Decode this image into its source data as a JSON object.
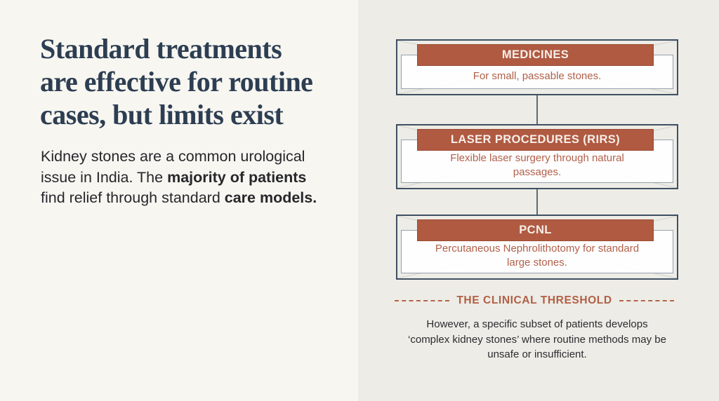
{
  "left": {
    "title_lines": [
      "Standard treatments",
      "are effective for routine",
      "cases, but limits exist"
    ],
    "intro": {
      "seg1": "Kidney stones are a common urological issue in India. The ",
      "bold1": "majority of patients",
      "seg2": " find relief through standard ",
      "bold2": "care models."
    }
  },
  "flowchart": {
    "nodes": [
      {
        "title": "MEDICINES",
        "desc": "For small, passable stones."
      },
      {
        "title": "LASER PROCEDURES (RIRS)",
        "desc": "Flexible laser surgery through natural passages."
      },
      {
        "title": "PCNL",
        "desc": "Percutaneous Nephrolithotomy for standard large stones."
      }
    ],
    "threshold_label": "THE CLINICAL THRESHOLD",
    "footnote": "However, a specific subset of patients develops ‘complex kidney stones’ where routine methods may be unsafe or insufficient."
  },
  "colors": {
    "left_background": "#f7f6f1",
    "right_background": "#edece6",
    "title_navy": "#2d3e52",
    "node_border_navy": "#3f5063",
    "node_header_terracotta": "#b05a42",
    "accent_text_terracotta": "#b2604a",
    "body_text": "#27272b"
  }
}
